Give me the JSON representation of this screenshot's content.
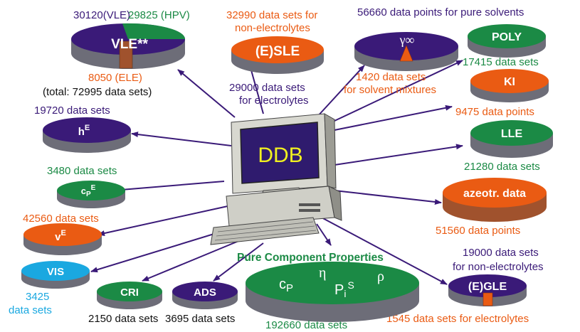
{
  "colors": {
    "purple": "#3a1a78",
    "green": "#1b8a45",
    "orange": "#ea5b13",
    "cyan": "#1aa8e0",
    "brown": "#a0522d",
    "gray_side": "#6d6d78",
    "arrow": "#3a1a78"
  },
  "center": {
    "screen_label": "DDB",
    "icon": "computer-icon"
  },
  "vle": {
    "title": "VLE**",
    "vle_count": "30120(VLE)",
    "hpv_count": "29825 (HPV)",
    "ele_count": "8050 (ELE)",
    "total": "(total: 72995 data sets)"
  },
  "esle": {
    "title": "(E)SLE",
    "line1": "32990 data sets for",
    "line2": "non-electrolytes",
    "below1": "29000 data sets",
    "below2": "for electrolytes"
  },
  "gamma": {
    "symbol": "γ∞",
    "line1": "56660 data points for pure solvents",
    "below1": "1420 data sets",
    "below2": "for solvent mixtures"
  },
  "poly": {
    "title": "POLY",
    "count": "17415 data sets"
  },
  "ki": {
    "title": "KI",
    "count": "9475 data points"
  },
  "lle": {
    "title": "LLE",
    "count": "21280 data sets"
  },
  "azeotr": {
    "title": "azeotr. data",
    "count": "51560 data points"
  },
  "gle": {
    "title": "(E)GLE",
    "line1": "19000 data sets",
    "line2": "for non-electrolytes",
    "below": "1545 data sets for electrolytes"
  },
  "pure": {
    "title": "Pure Component Properties",
    "symbols": {
      "cp": "c",
      "cp_sub": "P",
      "eta": "η",
      "p": "P",
      "p_sub": "i",
      "p_sup": "S",
      "rho": "ρ"
    },
    "count": "192660 data sets"
  },
  "ads": {
    "title": "ADS",
    "count": "3695 data sets"
  },
  "cri": {
    "title": "CRI",
    "count": "2150 data sets"
  },
  "vis": {
    "title": "VIS",
    "count1": "3425",
    "count2": "data sets"
  },
  "ve": {
    "title": "v",
    "sup": "E",
    "count": "42560 data sets"
  },
  "cpe": {
    "title": "c",
    "sub": "P",
    "sup": "E",
    "count": "3480 data sets"
  },
  "he": {
    "title": "h",
    "sup": "E",
    "count": "19720 data sets"
  }
}
